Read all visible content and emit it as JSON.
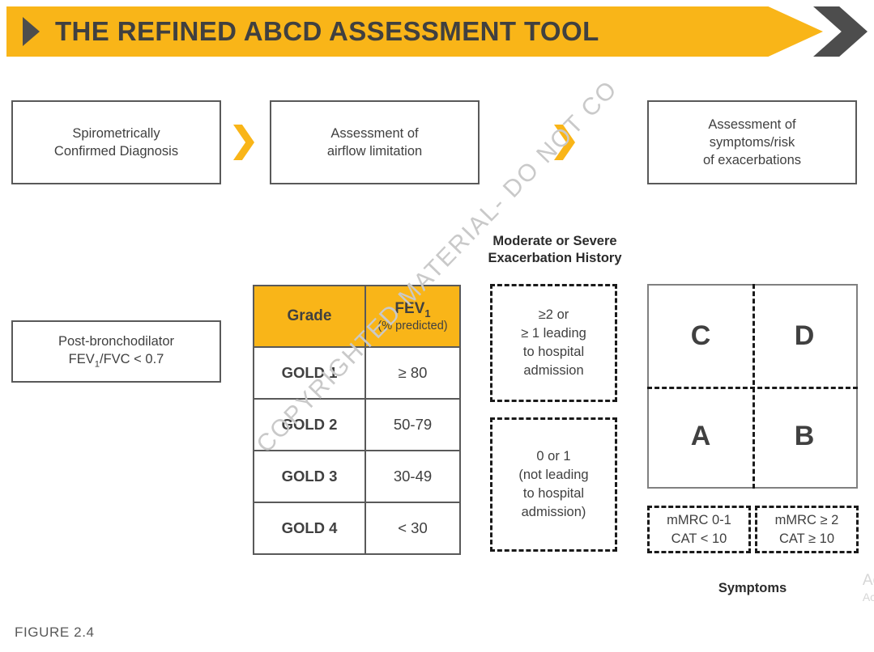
{
  "header": {
    "title": "THE REFINED ABCD ASSESSMENT TOOL",
    "accent_color": "#f9b518",
    "dark_color": "#4d4d4d"
  },
  "watermark": {
    "text": "COPYRIGHTED MATERIAL- DO NOT CO"
  },
  "flow": {
    "step1": "Spirometrically\nConfirmed Diagnosis",
    "step1_line1": "Spirometrically",
    "step1_line2": "Confirmed Diagnosis",
    "step2_line1": "Assessment of",
    "step2_line2": "airflow limitation",
    "step3_line1": "Assessment of",
    "step3_line2": "symptoms/risk",
    "step3_line3": "of exacerbations"
  },
  "diagnosis_box": {
    "line1": "Post-bronchodilator",
    "line2_pre": "FEV",
    "line2_sub": "1",
    "line2_post": "/FVC < 0.7"
  },
  "grade_table": {
    "headers": {
      "grade": "Grade",
      "fev_main": "FEV",
      "fev_sub": "1",
      "fev_note": "(% predicted)"
    },
    "rows": [
      {
        "grade": "GOLD 1",
        "value": "≥ 80"
      },
      {
        "grade": "GOLD 2",
        "value": "50-79"
      },
      {
        "grade": "GOLD 3",
        "value": "30-49"
      },
      {
        "grade": "GOLD 4",
        "value": "< 30"
      }
    ]
  },
  "exacerbation": {
    "title_line1": "Moderate or Severe",
    "title_line2": "Exacerbation History",
    "high_box": {
      "line1": "≥2 or",
      "line2": "≥ 1 leading",
      "line3": "to hospital",
      "line4": "admission"
    },
    "low_box": {
      "line1": "0 or 1",
      "line2": "(not leading",
      "line3": "to hospital",
      "line4": "admission)"
    }
  },
  "abcd_grid": {
    "top_left": "C",
    "top_right": "D",
    "bottom_left": "A",
    "bottom_right": "B"
  },
  "symptoms": {
    "left_box_line1": "mMRC 0-1",
    "left_box_line2": "CAT < 10",
    "right_box_line1": "mMRC ≥ 2",
    "right_box_line2": "CAT ≥ 10",
    "label": "Symptoms"
  },
  "corner_note": {
    "line1": "Ac",
    "line2": "Ac"
  },
  "figure": {
    "caption": "FIGURE 2.4"
  }
}
